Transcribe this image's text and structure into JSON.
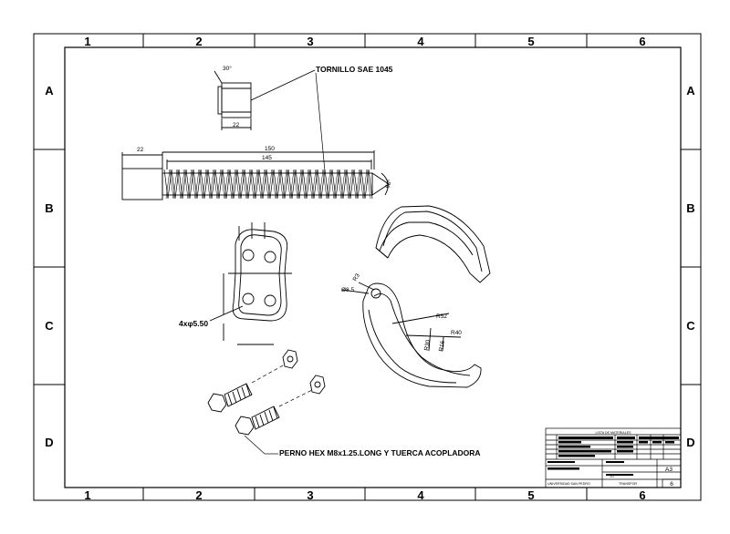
{
  "sheet": {
    "columns": [
      "1",
      "2",
      "3",
      "4",
      "5",
      "6"
    ],
    "rows": [
      "A",
      "B",
      "C",
      "D"
    ]
  },
  "labels": {
    "screw": "TORNILLO SAE 1045",
    "holes": "4xφ5.50",
    "bolt": "PERNO HEX M8x1.25.LONG Y TUERCA ACOPLADORA"
  },
  "dimensions": {
    "angle_top": "30°",
    "head_width": "22",
    "head_length": "22",
    "total_length": "150",
    "thread_length": "145",
    "tip_angle": "60°",
    "r1": "R52",
    "r2": "R40",
    "r3": "R30",
    "r4": "R16",
    "phi": "Ø8.5",
    "r_small": "R3"
  },
  "title_block": {
    "table_title": "LISTA DE MATERIALES",
    "sheet_size": "A3",
    "scale": "1/1",
    "drawing_label": "TRANSPOR",
    "university": "UNIVERSIDAD SAN PEDRO",
    "sheet_number": "6"
  }
}
